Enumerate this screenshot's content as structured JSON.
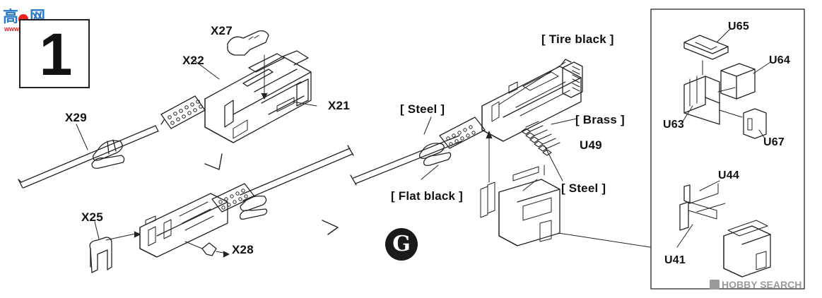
{
  "logo": {
    "cn": "高",
    "cn2": "网",
    "url": "www.hobby.com.cn"
  },
  "step": {
    "number": "1"
  },
  "labels": {
    "x27": "X27",
    "x22": "X22",
    "x21": "X21",
    "x29": "X29",
    "x25": "X25",
    "x28": "X28",
    "tire_black": "[ Tire black ]",
    "steel_top": "[ Steel ]",
    "brass": "[ Brass ]",
    "u49": "U49",
    "steel_bottom": "[ Steel ]",
    "flat_black": "[ Flat black ]",
    "u65": "U65",
    "u64": "U64",
    "u63": "U63",
    "u67": "U67",
    "u44": "U44",
    "u41": "U41"
  },
  "badge": {
    "letter": "G"
  },
  "watermark": {
    "text": "HOBBY SEARCH"
  }
}
